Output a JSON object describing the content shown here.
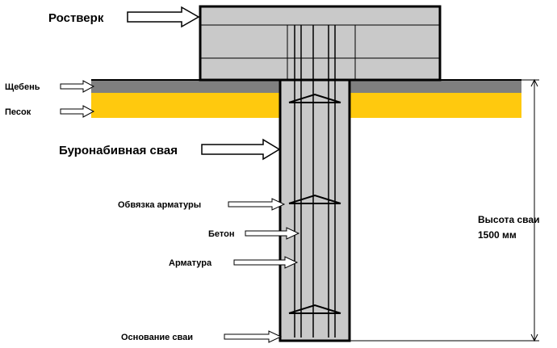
{
  "labels": {
    "grillage": "Ростверк",
    "gravel": "Щебень",
    "sand": "Песок",
    "bored_pile": "Буронабивная свая",
    "rebar_tie": "Обвязка арматуры",
    "concrete": "Бетон",
    "rebar": "Арматура",
    "pile_base": "Основание сваи",
    "pile_height_title": "Высота сваи",
    "pile_height_value": "1500 мм"
  },
  "colors": {
    "concrete_fill": "#c9c9c9",
    "gravel_fill": "#7f7f7f",
    "sand_fill": "#ffc90e",
    "outline": "#000000",
    "dimension_line": "#000000"
  }
}
